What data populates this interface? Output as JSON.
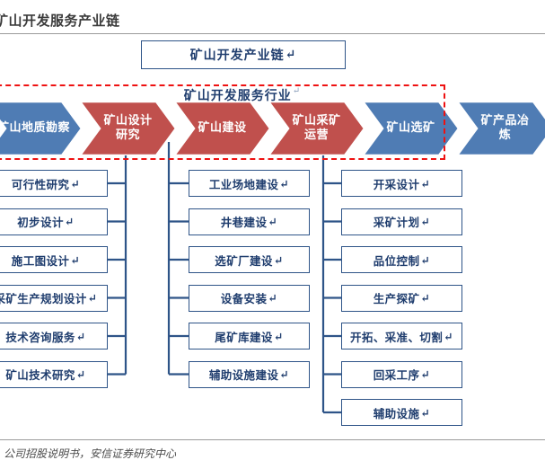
{
  "figure": {
    "caption": "矿山开发服务产业链",
    "source_note": "：公司招股说明书，安信证券研究中心"
  },
  "colors": {
    "chevron_blue": "#4F7CB4",
    "chevron_red": "#C0504D",
    "box_border": "#2e5488",
    "box_text": "#1f3d6e",
    "dashed_highlight": "#ee1111",
    "page_background": "#ffffff"
  },
  "top_box": {
    "label": "矿山开发产业链",
    "mark": "↵"
  },
  "highlight_region": {
    "label": "矿山开发服务行业",
    "mark": "↵"
  },
  "chevrons": [
    {
      "label": "矿山地质勘察",
      "color": "blue",
      "lines": [
        "矿山地质勘察"
      ]
    },
    {
      "label": "矿山设计研究",
      "color": "red",
      "lines": [
        "矿山设计",
        "研究"
      ]
    },
    {
      "label": "矿山建设",
      "color": "red",
      "lines": [
        "矿山建设"
      ]
    },
    {
      "label": "矿山采矿运营",
      "color": "red",
      "lines": [
        "矿山采矿",
        "运营"
      ]
    },
    {
      "label": "矿山选矿",
      "color": "blue",
      "lines": [
        "矿山选矿"
      ]
    },
    {
      "label": "矿产品冶炼",
      "color": "blue",
      "lines": [
        "矿产品冶",
        "炼"
      ]
    }
  ],
  "columns": [
    {
      "name": "design-research-items",
      "parent_chevron": "矿山设计研究",
      "items": [
        {
          "label": "可行性研究",
          "mark": "↵"
        },
        {
          "label": "初步设计",
          "mark": "↵"
        },
        {
          "label": "施工图设计",
          "mark": "↵"
        },
        {
          "label": "采矿生产规划设计",
          "mark": "↵"
        },
        {
          "label": "技术咨询服务",
          "mark": "↵"
        },
        {
          "label": "矿山技术研究",
          "mark": "↵"
        }
      ]
    },
    {
      "name": "construction-items",
      "parent_chevron": "矿山建设",
      "items": [
        {
          "label": "工业场地建设",
          "mark": "↵"
        },
        {
          "label": "井巷建设",
          "mark": "↵"
        },
        {
          "label": "选矿厂建设",
          "mark": "↵"
        },
        {
          "label": "设备安装",
          "mark": "↵"
        },
        {
          "label": "尾矿库建设",
          "mark": "↵"
        },
        {
          "label": "辅助设施建设",
          "mark": "↵"
        }
      ]
    },
    {
      "name": "mining-operation-items",
      "parent_chevron": "矿山采矿运营",
      "items": [
        {
          "label": "开采设计",
          "mark": "↵"
        },
        {
          "label": "采矿计划",
          "mark": "↵"
        },
        {
          "label": "品位控制",
          "mark": "↵"
        },
        {
          "label": "生产探矿",
          "mark": "↵"
        },
        {
          "label": "开拓、采准、切割",
          "mark": "↵"
        },
        {
          "label": "回采工序",
          "mark": "↵"
        },
        {
          "label": "辅助设施",
          "mark": "↵"
        }
      ]
    }
  ]
}
